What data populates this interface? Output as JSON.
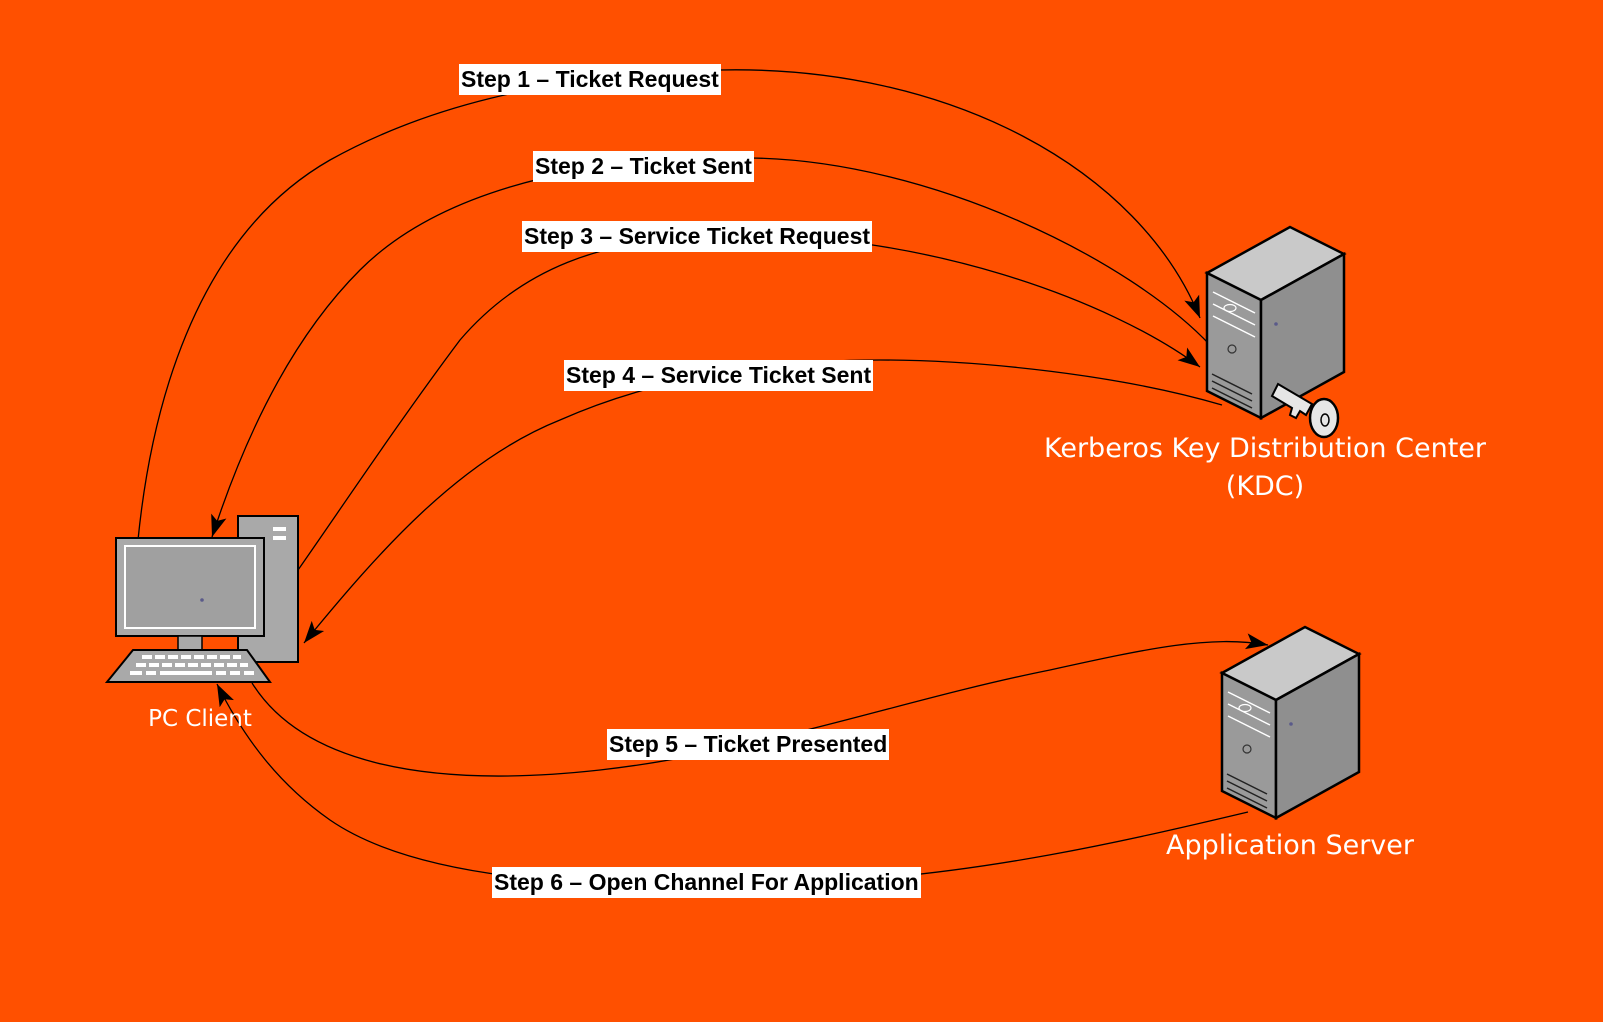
{
  "colors": {
    "background": "#ff5000",
    "connector": "#000000",
    "label_bg": "#ffffff",
    "device_fill": "#a8a8a8",
    "device_dark": "#6e6e6e",
    "outline": "#000000"
  },
  "steps": [
    {
      "label": "Step 1 – Ticket Request"
    },
    {
      "label": "Step 2 – Ticket Sent"
    },
    {
      "label": "Step 3 – Service Ticket Request"
    },
    {
      "label": "Step 4 – Service Ticket Sent"
    },
    {
      "label": "Step 5 – Ticket Presented"
    },
    {
      "label": "Step 6 – Open Channel For Application"
    }
  ],
  "nodes": {
    "client": {
      "label": "PC Client",
      "icon": "desktop-computer-icon"
    },
    "kdc": {
      "label_line1": "Kerberos Key Distribution Center",
      "label_line2": "(KDC)",
      "icon": "server-icon",
      "badge_icon": "key-icon"
    },
    "app_server": {
      "label": "Application Server",
      "icon": "server-icon"
    }
  }
}
